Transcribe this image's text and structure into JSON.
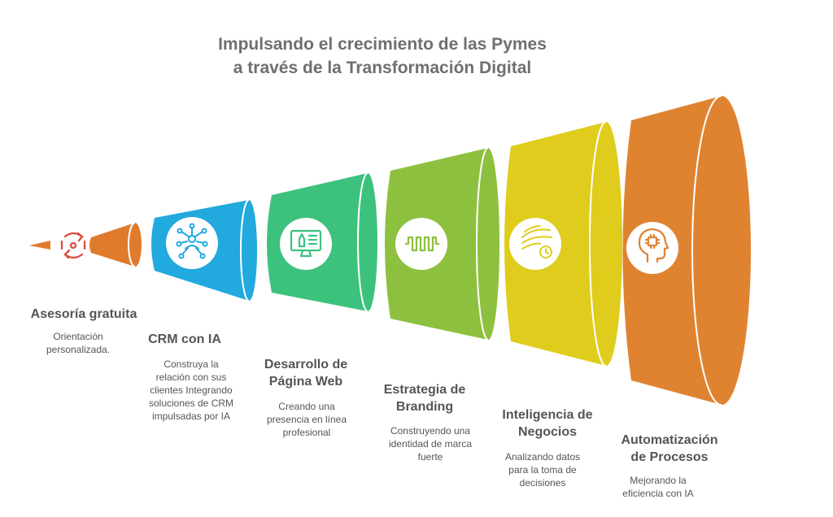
{
  "title": {
    "line1": "Impulsando el crecimiento de las Pymes",
    "line2": "a través de la Transformación Digital"
  },
  "stages": [
    {
      "title": "Asesoría gratuita",
      "description": "Orientación\npersonalizada.",
      "color": "#e07b2e",
      "icon": "support-cycle-icon"
    },
    {
      "title": "CRM con IA",
      "description": "Construya la\nrelación con sus\nclientes Integrando\nsoluciones de CRM\nimpulsadas por IA",
      "color": "#22a9de",
      "icon": "network-users-icon"
    },
    {
      "title": "Desarrollo de\nPágina Web",
      "description": "Creando una\npresencia en línea\nprofesional",
      "color": "#3dc27e",
      "icon": "monitor-rocket-icon"
    },
    {
      "title": "Estrategia de\nBranding",
      "description": "Construyendo una\nidentidad de marca\nfuerte",
      "color": "#8ec03f",
      "icon": "brand-pattern-icon"
    },
    {
      "title": "Inteligencia de\nNegocios",
      "description": "Analizando datos\npara la toma de\ndecisiones",
      "color": "#dfcc1c",
      "icon": "data-flow-clock-icon"
    },
    {
      "title": "Automatización\nde Procesos",
      "description": "Mejorando la\neficiencia con IA",
      "color": "#e08331",
      "icon": "ai-head-chip-icon"
    }
  ]
}
